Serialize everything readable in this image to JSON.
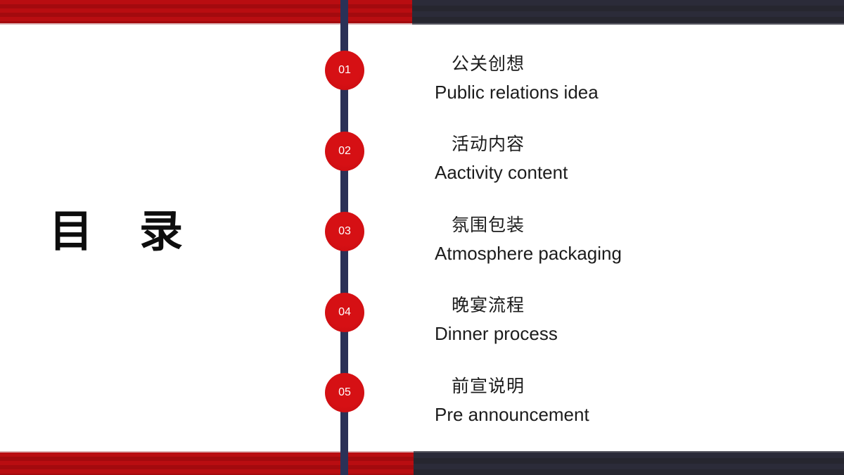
{
  "slide": {
    "title": "目　录",
    "items": [
      {
        "num": "01",
        "zh": "公关创想",
        "en": "Public relations idea"
      },
      {
        "num": "02",
        "zh": "活动内容",
        "en": "Aactivity content"
      },
      {
        "num": "03",
        "zh": "氛围包装",
        "en": "Atmosphere packaging"
      },
      {
        "num": "04",
        "zh": "晚宴流程",
        "en": "Dinner process"
      },
      {
        "num": "05",
        "zh": "前宣说明",
        "en": "Pre announcement"
      }
    ],
    "colors": {
      "bar_red": "#b00b10",
      "bar_dark_navy": "#2a2a37",
      "timeline_navy": "#2b3157",
      "circle_red": "#ce0e12",
      "text": "#1c1c1c",
      "background": "#ffffff"
    }
  }
}
